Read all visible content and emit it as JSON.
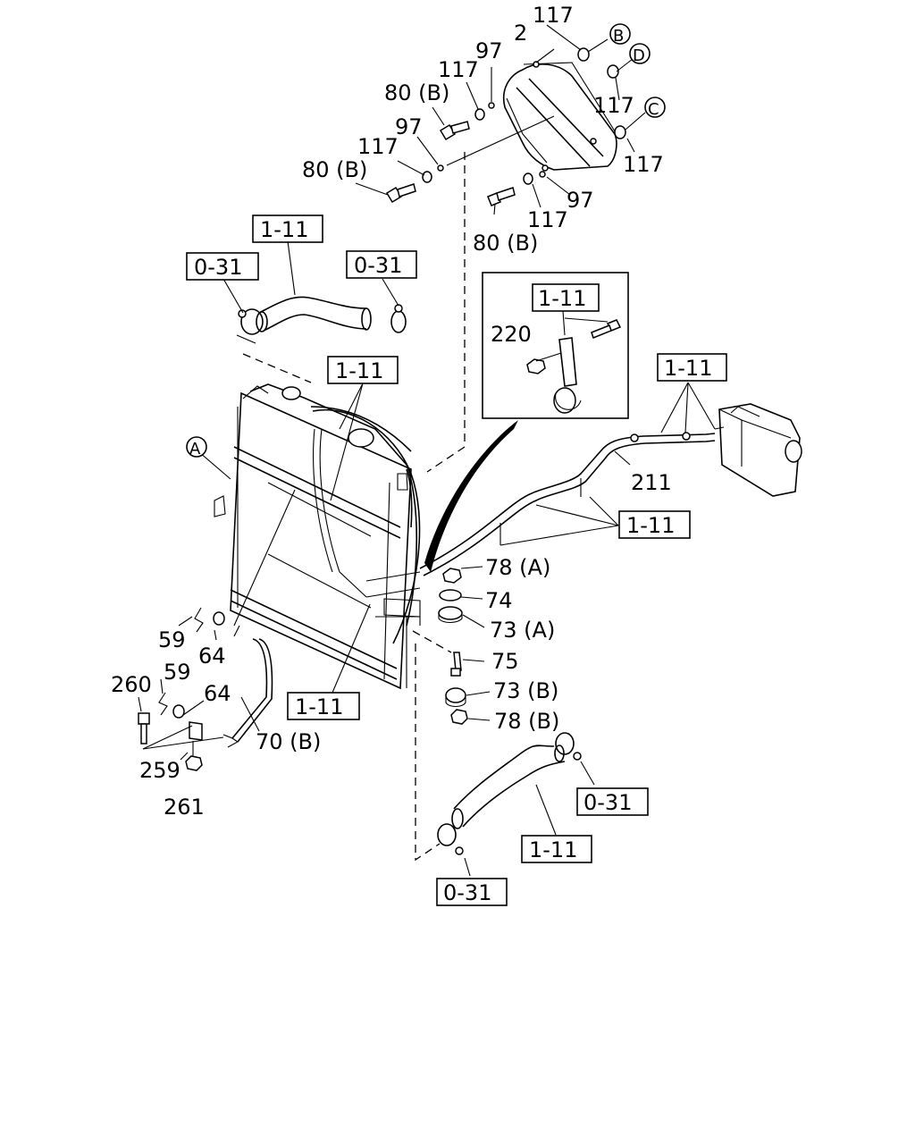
{
  "callouts": [
    {
      "id": "117-a",
      "text": "117"
    },
    {
      "id": "2",
      "text": "2"
    },
    {
      "id": "97-a",
      "text": "97"
    },
    {
      "id": "117-b",
      "text": "117"
    },
    {
      "id": "80b-a",
      "text": "80 (B)"
    },
    {
      "id": "97-b",
      "text": "97"
    },
    {
      "id": "117-c",
      "text": "117"
    },
    {
      "id": "80b-b",
      "text": "80 (B)"
    },
    {
      "id": "117-d",
      "text": "117"
    },
    {
      "id": "117-e",
      "text": "117"
    },
    {
      "id": "97-c",
      "text": "97"
    },
    {
      "id": "117-f",
      "text": "117"
    },
    {
      "id": "80b-c",
      "text": "80 (B)"
    },
    {
      "id": "220",
      "text": "220"
    },
    {
      "id": "211",
      "text": "211"
    },
    {
      "id": "78a",
      "text": "78 (A)"
    },
    {
      "id": "74",
      "text": "74"
    },
    {
      "id": "73a",
      "text": "73 (A)"
    },
    {
      "id": "75",
      "text": "75"
    },
    {
      "id": "73b",
      "text": "73 (B)"
    },
    {
      "id": "78b",
      "text": "78 (B)"
    },
    {
      "id": "59-a",
      "text": "59"
    },
    {
      "id": "64-a",
      "text": "64"
    },
    {
      "id": "260",
      "text": "260"
    },
    {
      "id": "59-b",
      "text": "59"
    },
    {
      "id": "64-b",
      "text": "64"
    },
    {
      "id": "70b",
      "text": "70 (B)"
    },
    {
      "id": "259",
      "text": "259"
    },
    {
      "id": "261",
      "text": "261"
    }
  ],
  "refs": [
    {
      "id": "ref-hose-top",
      "text": "1-11"
    },
    {
      "id": "ref-clamp-left",
      "text": "0-31"
    },
    {
      "id": "ref-clamp-right",
      "text": "0-31"
    },
    {
      "id": "ref-radiator",
      "text": "1-11"
    },
    {
      "id": "ref-bracket",
      "text": "1-11"
    },
    {
      "id": "ref-tank",
      "text": "1-11"
    },
    {
      "id": "ref-hose-lower",
      "text": "1-11"
    },
    {
      "id": "ref-pipe",
      "text": "1-11"
    },
    {
      "id": "ref-clamp-lower-right",
      "text": "0-31"
    },
    {
      "id": "ref-hose-bottom",
      "text": "1-11"
    },
    {
      "id": "ref-clamp-bottom",
      "text": "0-31"
    }
  ],
  "markers": [
    {
      "id": "B",
      "text": "B"
    },
    {
      "id": "D",
      "text": "D"
    },
    {
      "id": "C",
      "text": "C"
    },
    {
      "id": "A",
      "text": "A"
    }
  ]
}
